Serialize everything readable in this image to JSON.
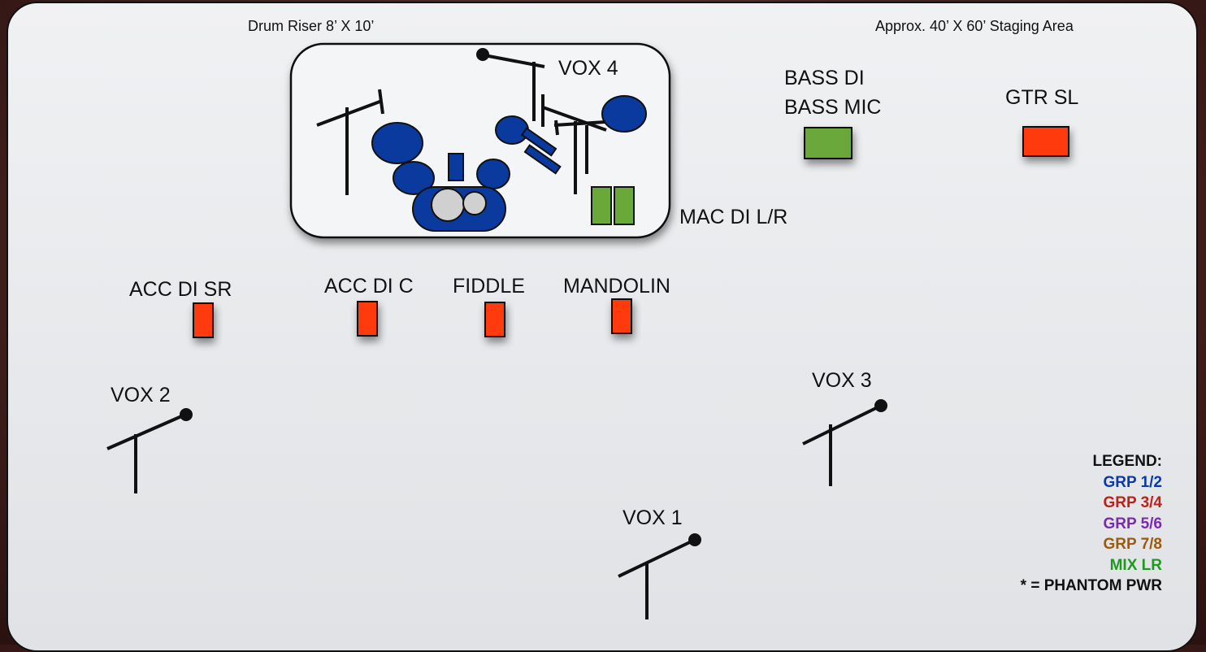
{
  "header": {
    "riser_label": "Drum Riser 8’ X 10’",
    "area_label": "Approx. 40’ X 60’ Staging Area"
  },
  "labels": {
    "vox4": "VOX 4",
    "bass": "BASS DI",
    "bass_mic": "BASS MIC",
    "gtr": "GTR SL",
    "mac": "MAC DI L/R",
    "acc_sr": "ACC DI SR",
    "acc_c": "ACC DI C",
    "fiddle": "FIDDLE",
    "mandolin": "MANDOLIN",
    "vox2": "VOX 2",
    "vox3": "VOX 3",
    "vox1": "VOX 1"
  },
  "legend": {
    "title": "LEGEND:",
    "items": [
      {
        "label": "GRP 1/2",
        "color": "#0a3aa8"
      },
      {
        "label": "GRP 3/4",
        "color": "#c0201a"
      },
      {
        "label": "GRP 5/6",
        "color": "#7a2ab0"
      },
      {
        "label": "GRP 7/8",
        "color": "#9a5a10"
      },
      {
        "label": "MIX LR",
        "color": "#1e9a1e"
      }
    ],
    "note": "* = PHANTOM PWR"
  },
  "colors": {
    "drum_blue": "#0a3a9e",
    "di_red": "#ff3a0a",
    "di_green": "#6aa83a"
  }
}
